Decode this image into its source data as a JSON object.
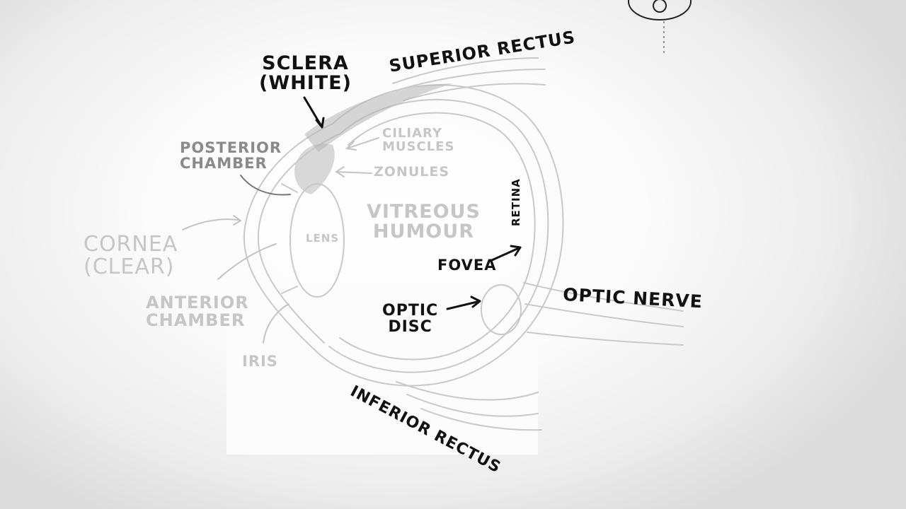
{
  "labels": {
    "sclera": "SCLERA\n(WHITE)",
    "superior_rectus": "SUPERIOR RECTUS",
    "posterior_chamber": "POSTERIOR\nCHAMBER",
    "ciliary_muscles": "CILIARY\nMUSCLES",
    "zonules": "ZONULES",
    "vitreous_humour": "VITREOUS\nHUMOUR",
    "lens": "LENS",
    "retina": "RETINA",
    "cornea": "CORNEA\n(CLEAR)",
    "fovea": "FOVEA",
    "anterior_chamber": "ANTERIOR\nCHAMBER",
    "optic_disc": "OPTIC\nDISC",
    "optic_nerve": "OPTIC NERVE",
    "iris": "IRIS",
    "inferior_rectus": "INFERIOR RECTUS"
  },
  "colors": {
    "ink": "#111111",
    "faint_ink": "#c6c6c6",
    "background": "#ffffff"
  }
}
